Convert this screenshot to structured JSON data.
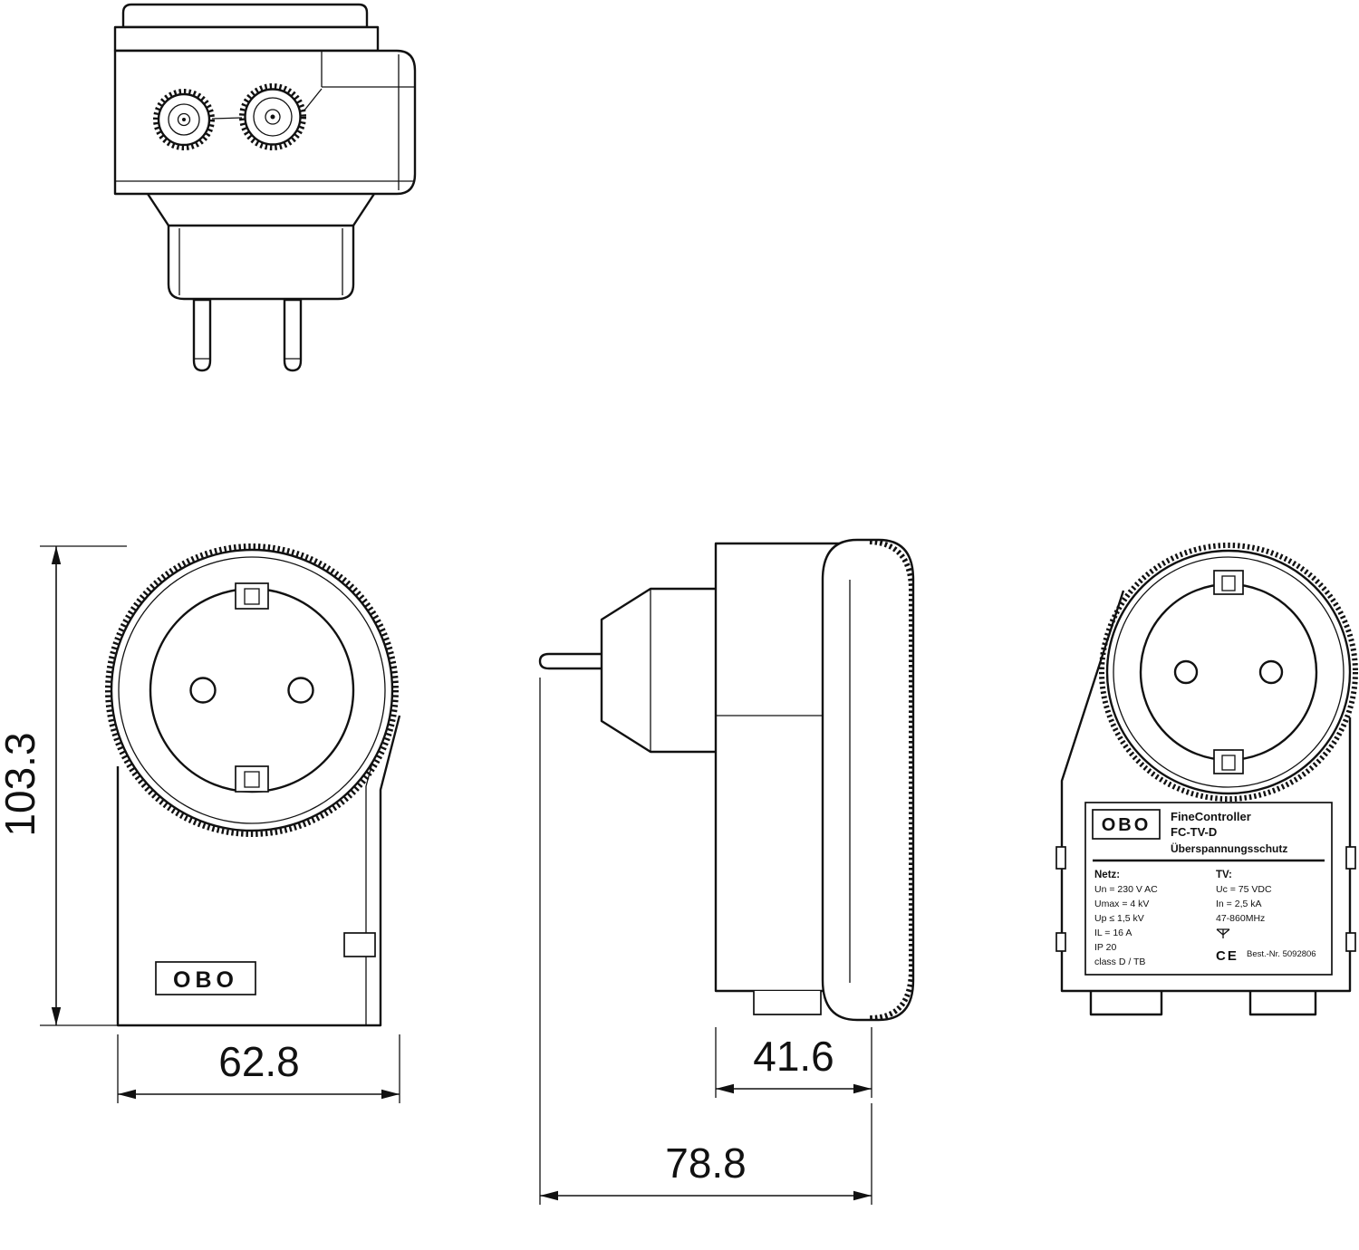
{
  "page": {
    "background": "#ffffff",
    "line_color": "#111111"
  },
  "dimensions": {
    "height_mm": "103.3",
    "width_mm": "62.8",
    "body_depth_mm": "41.6",
    "total_depth_mm": "78.8"
  },
  "front_view": {
    "logo": "OBO"
  },
  "rear_label": {
    "brand": "OBO",
    "product_line1": "FineController",
    "product_line2": "FC-TV-D",
    "subtitle": "Überspannungsschutz",
    "mains": {
      "heading": "Netz:",
      "rows": [
        "Un = 230 V AC",
        "Umax = 4 kV",
        "Up ≤ 1,5 kV",
        "IL = 16 A",
        "IP 20",
        "class D / TB"
      ]
    },
    "tv": {
      "heading": "TV:",
      "rows": [
        "Uc = 75 VDC",
        "In = 2,5 kA",
        "47-860MHz"
      ]
    },
    "ce_mark": "CE",
    "order_no": "Best.-Nr. 5092806"
  }
}
